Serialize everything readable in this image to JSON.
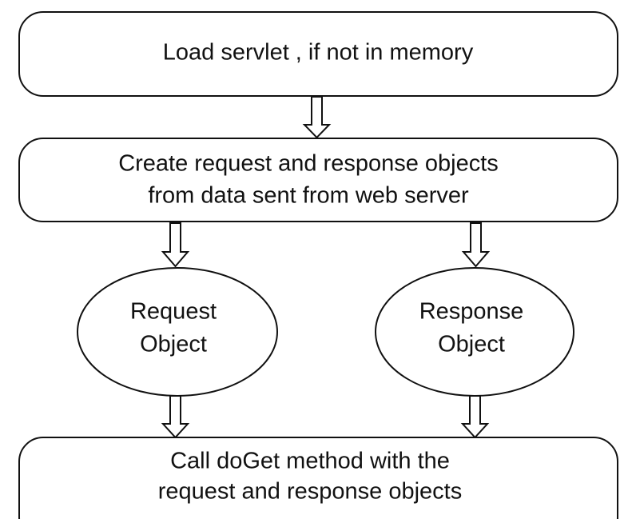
{
  "nodes": {
    "load": {
      "lines": [
        "Load servlet , if not in memory"
      ]
    },
    "create": {
      "lines": [
        "Create request and response objects",
        "from data sent from web server"
      ]
    },
    "request": {
      "lines": [
        "Request",
        "Object"
      ]
    },
    "response": {
      "lines": [
        "Response",
        "Object"
      ]
    },
    "call": {
      "lines": [
        "Call doGet method with the",
        "request and response objects"
      ]
    }
  },
  "edges": [
    {
      "from": "load",
      "to": "create"
    },
    {
      "from": "create",
      "to": "request"
    },
    {
      "from": "create",
      "to": "response"
    },
    {
      "from": "request",
      "to": "call"
    },
    {
      "from": "response",
      "to": "call"
    }
  ]
}
